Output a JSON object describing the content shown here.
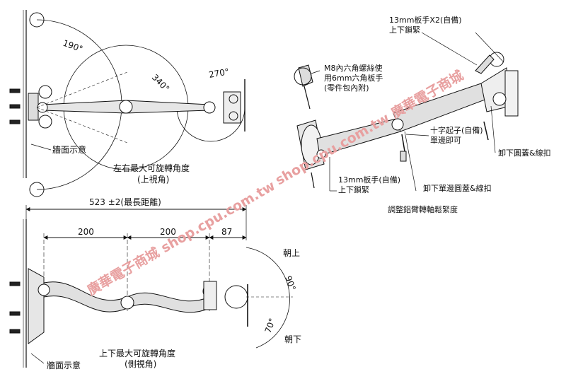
{
  "top_view": {
    "angles": {
      "a190": "190°",
      "a340": "340°",
      "a270": "270°"
    },
    "wall_label": "牆面示意",
    "caption_line1": "左右最大可旋轉角度",
    "caption_line2": "(上視角)"
  },
  "side_view": {
    "total_length": "523 ±2(最長距離)",
    "segment_1": "200",
    "segment_2": "200",
    "segment_3": "87",
    "up_label": "朝上",
    "down_label": "朝下",
    "angle_up": "90°",
    "angle_down": "70°",
    "wall_label": "牆面示意",
    "caption_line1": "上下最大可旋轉角度",
    "caption_line2": "(側視角)"
  },
  "adjust_view": {
    "wrench_note_line1": "13mm板手X2(自備)",
    "wrench_note_line2": "上下鎖緊",
    "hex_note_line1": "M8內六角螺絲使",
    "hex_note_line2": "用6mm六角板手",
    "hex_note_line3": "(零件包內附)",
    "screwdriver_line1": "十字起子(自備)",
    "screwdriver_line2": "單邊即可",
    "remove_cap_right": "卸下圓蓋&線扣",
    "wrench_single_line1": "13mm板手(自備)",
    "wrench_single_line2": "上下鎖緊",
    "remove_cap_single": "卸下單邊圓蓋&線扣",
    "caption": "調整鋁臂轉軸鬆緊度"
  },
  "watermarks": {
    "right": "shop.cpu.com.tw 廣華電子商城",
    "left": "廣華電子商城 shop.cpu.com.tw"
  }
}
